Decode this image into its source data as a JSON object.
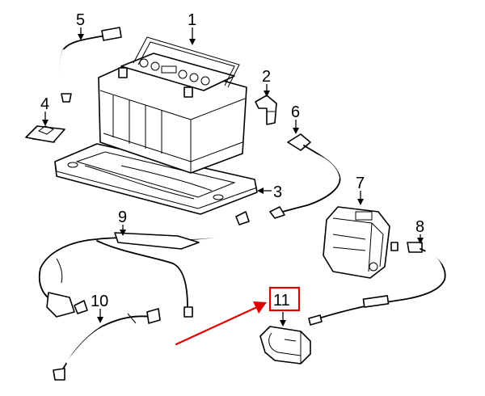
{
  "diagram": {
    "callouts": [
      {
        "id": "1",
        "label": "1"
      },
      {
        "id": "2",
        "label": "2"
      },
      {
        "id": "3",
        "label": "3"
      },
      {
        "id": "4",
        "label": "4"
      },
      {
        "id": "5",
        "label": "5"
      },
      {
        "id": "6",
        "label": "6"
      },
      {
        "id": "7",
        "label": "7"
      },
      {
        "id": "8",
        "label": "8"
      },
      {
        "id": "9",
        "label": "9"
      },
      {
        "id": "10",
        "label": "10"
      },
      {
        "id": "11",
        "label": "11"
      }
    ],
    "highlight": {
      "callout": "11",
      "color": "#e00000"
    },
    "colors": {
      "line": "#000000",
      "background": "#ffffff",
      "highlight": "#e00000"
    }
  }
}
